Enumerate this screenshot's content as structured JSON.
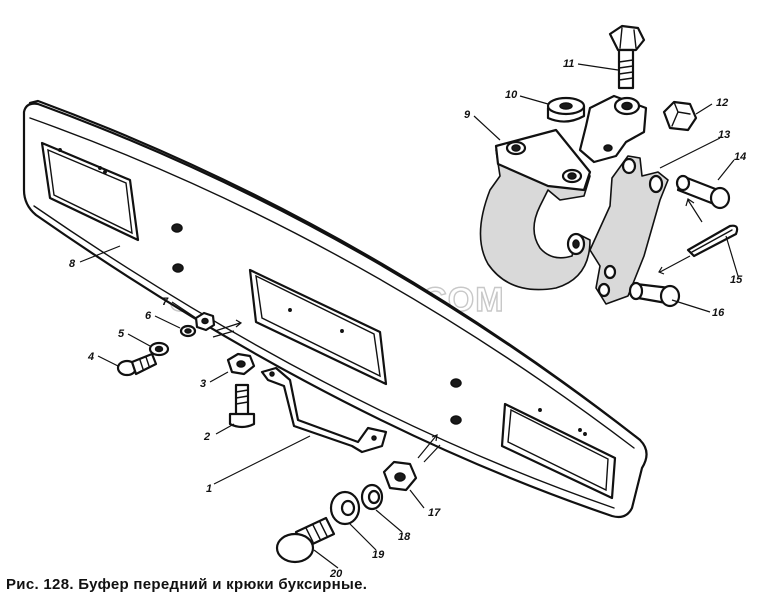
{
  "figure": {
    "caption": "Рис. 128. Буфер передний и крюки буксирные.",
    "watermark": "SPECSERVER.COM"
  },
  "callouts": [
    {
      "id": "1",
      "label": "1"
    },
    {
      "id": "2",
      "label": "2"
    },
    {
      "id": "3",
      "label": "3"
    },
    {
      "id": "4",
      "label": "4"
    },
    {
      "id": "5",
      "label": "5"
    },
    {
      "id": "6",
      "label": "6"
    },
    {
      "id": "7",
      "label": "7"
    },
    {
      "id": "8",
      "label": "8"
    },
    {
      "id": "9",
      "label": "9"
    },
    {
      "id": "10",
      "label": "10"
    },
    {
      "id": "11",
      "label": "11"
    },
    {
      "id": "12",
      "label": "12"
    },
    {
      "id": "13",
      "label": "13"
    },
    {
      "id": "14",
      "label": "14"
    },
    {
      "id": "15",
      "label": "15"
    },
    {
      "id": "16",
      "label": "16"
    },
    {
      "id": "17",
      "label": "17"
    },
    {
      "id": "18",
      "label": "18"
    },
    {
      "id": "19",
      "label": "19"
    },
    {
      "id": "20",
      "label": "20"
    }
  ]
}
